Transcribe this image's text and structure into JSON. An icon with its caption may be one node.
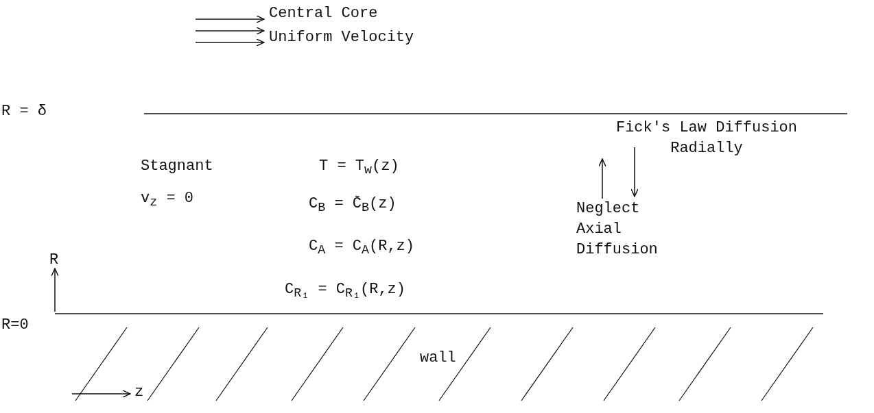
{
  "diagram": {
    "labels": [
      "Central Core",
      "Uniform Velocity",
      "R = δ",
      "Fick's Law Diffusion Radially",
      "Stagnant",
      "v$_{z}$ = 0",
      "T = T$_{w}$(z)",
      "C$_{B}$ = C̄$_{B}$(z)",
      "Neglect Axial Diffusion",
      "C$_{A}$ = C$_{A}$(R,z)",
      "R",
      "C$_{R₁}$ = C$_{R₁}$(R,z)",
      "R=0",
      "wall",
      "z"
    ]
  }
}
